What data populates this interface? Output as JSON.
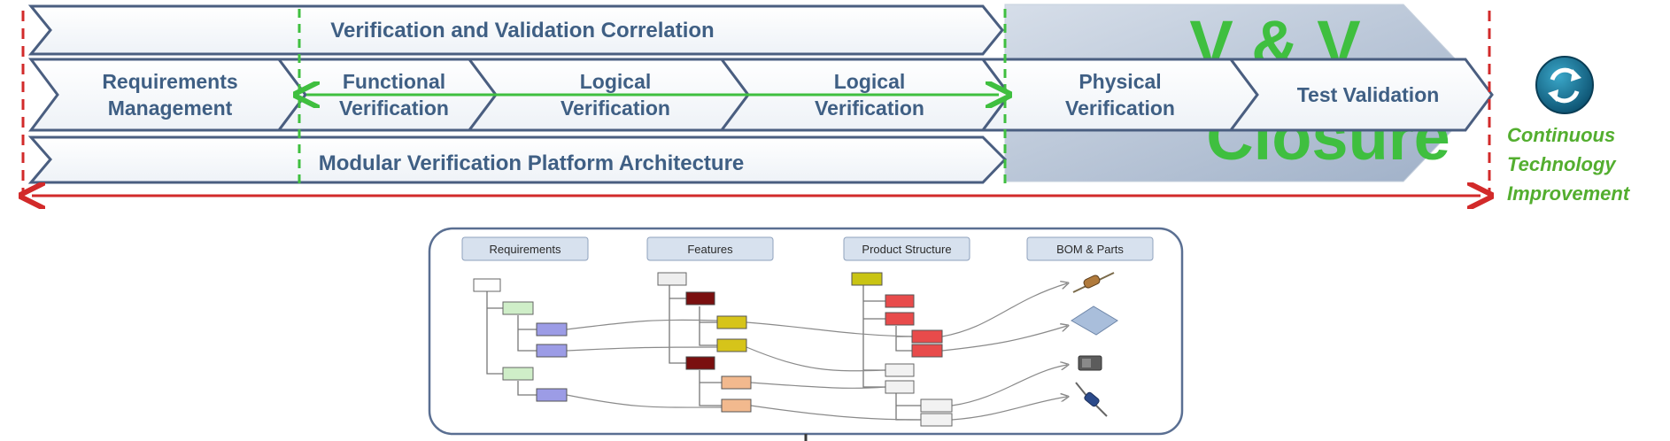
{
  "top_band": {
    "label": "Verification and Validation Correlation"
  },
  "stages": [
    {
      "line1": "Requirements",
      "line2": "Management"
    },
    {
      "line1": "Functional",
      "line2": "Verification"
    },
    {
      "line1": "Logical",
      "line2": "Verification"
    },
    {
      "line1": "Logical",
      "line2": "Verification"
    },
    {
      "line1": "Physical",
      "line2": "Verification"
    },
    {
      "line1": "Test Validation",
      "line2": ""
    }
  ],
  "bottom_band": {
    "label": "Modular Verification Platform Architecture"
  },
  "closure_arrow": {
    "line1": "V & V",
    "line2": "Closure"
  },
  "continuous_improvement": {
    "icon": "refresh-icon",
    "line1": "Continuous",
    "line2": "Technology",
    "line3": "Improvement"
  },
  "traceability_panel": {
    "columns": [
      {
        "label": "Requirements"
      },
      {
        "label": "Features"
      },
      {
        "label": "Product Structure"
      },
      {
        "label": "BOM & Parts"
      }
    ],
    "part_icons": [
      "resistor-icon",
      "plate-icon",
      "component-icon",
      "capacitor-icon"
    ]
  },
  "colors": {
    "band_fill": "#ffffff",
    "band_stroke": "#4a5e80",
    "label_text": "#3f5f84",
    "green_accent": "#3fbf3f",
    "red_dashed": "#d22a2a",
    "closure_fill": "#b8c6d8"
  }
}
